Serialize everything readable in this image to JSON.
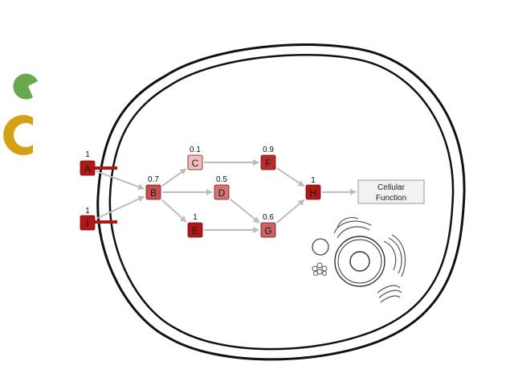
{
  "nodes": [
    {
      "id": "A",
      "label": "A",
      "value": "1",
      "level": 1.0
    },
    {
      "id": "I",
      "label": "I",
      "value": "1",
      "level": 1.0
    },
    {
      "id": "B",
      "label": "B",
      "value": "0.7",
      "level": 0.7
    },
    {
      "id": "C",
      "label": "C",
      "value": "0.1",
      "level": 0.1
    },
    {
      "id": "D",
      "label": "D",
      "value": "0.5",
      "level": 0.5
    },
    {
      "id": "E",
      "label": "E",
      "value": "1",
      "level": 1.0
    },
    {
      "id": "F",
      "label": "F",
      "value": "0.9",
      "level": 0.9
    },
    {
      "id": "G",
      "label": "G",
      "value": "0.6",
      "level": 0.6
    },
    {
      "id": "H",
      "label": "H",
      "value": "1",
      "level": 1.0
    }
  ],
  "edges": [
    [
      "A",
      "B"
    ],
    [
      "I",
      "B"
    ],
    [
      "B",
      "C"
    ],
    [
      "B",
      "D"
    ],
    [
      "B",
      "E"
    ],
    [
      "C",
      "F"
    ],
    [
      "D",
      "G"
    ],
    [
      "E",
      "G"
    ],
    [
      "F",
      "H"
    ],
    [
      "G",
      "H"
    ],
    [
      "H",
      "output"
    ]
  ],
  "output": {
    "line1": "Cellular",
    "line2": "Function"
  },
  "ligands": [
    {
      "name": "green-ligand",
      "color": "#6aa84f"
    },
    {
      "name": "yellow-ligand",
      "color": "#d4a017"
    }
  ],
  "colors": {
    "node_high": "#b01818",
    "node_low": "#f6d2d2",
    "edge": "#bdbdbd",
    "receptor": "#b01818",
    "membrane": "#111111"
  }
}
